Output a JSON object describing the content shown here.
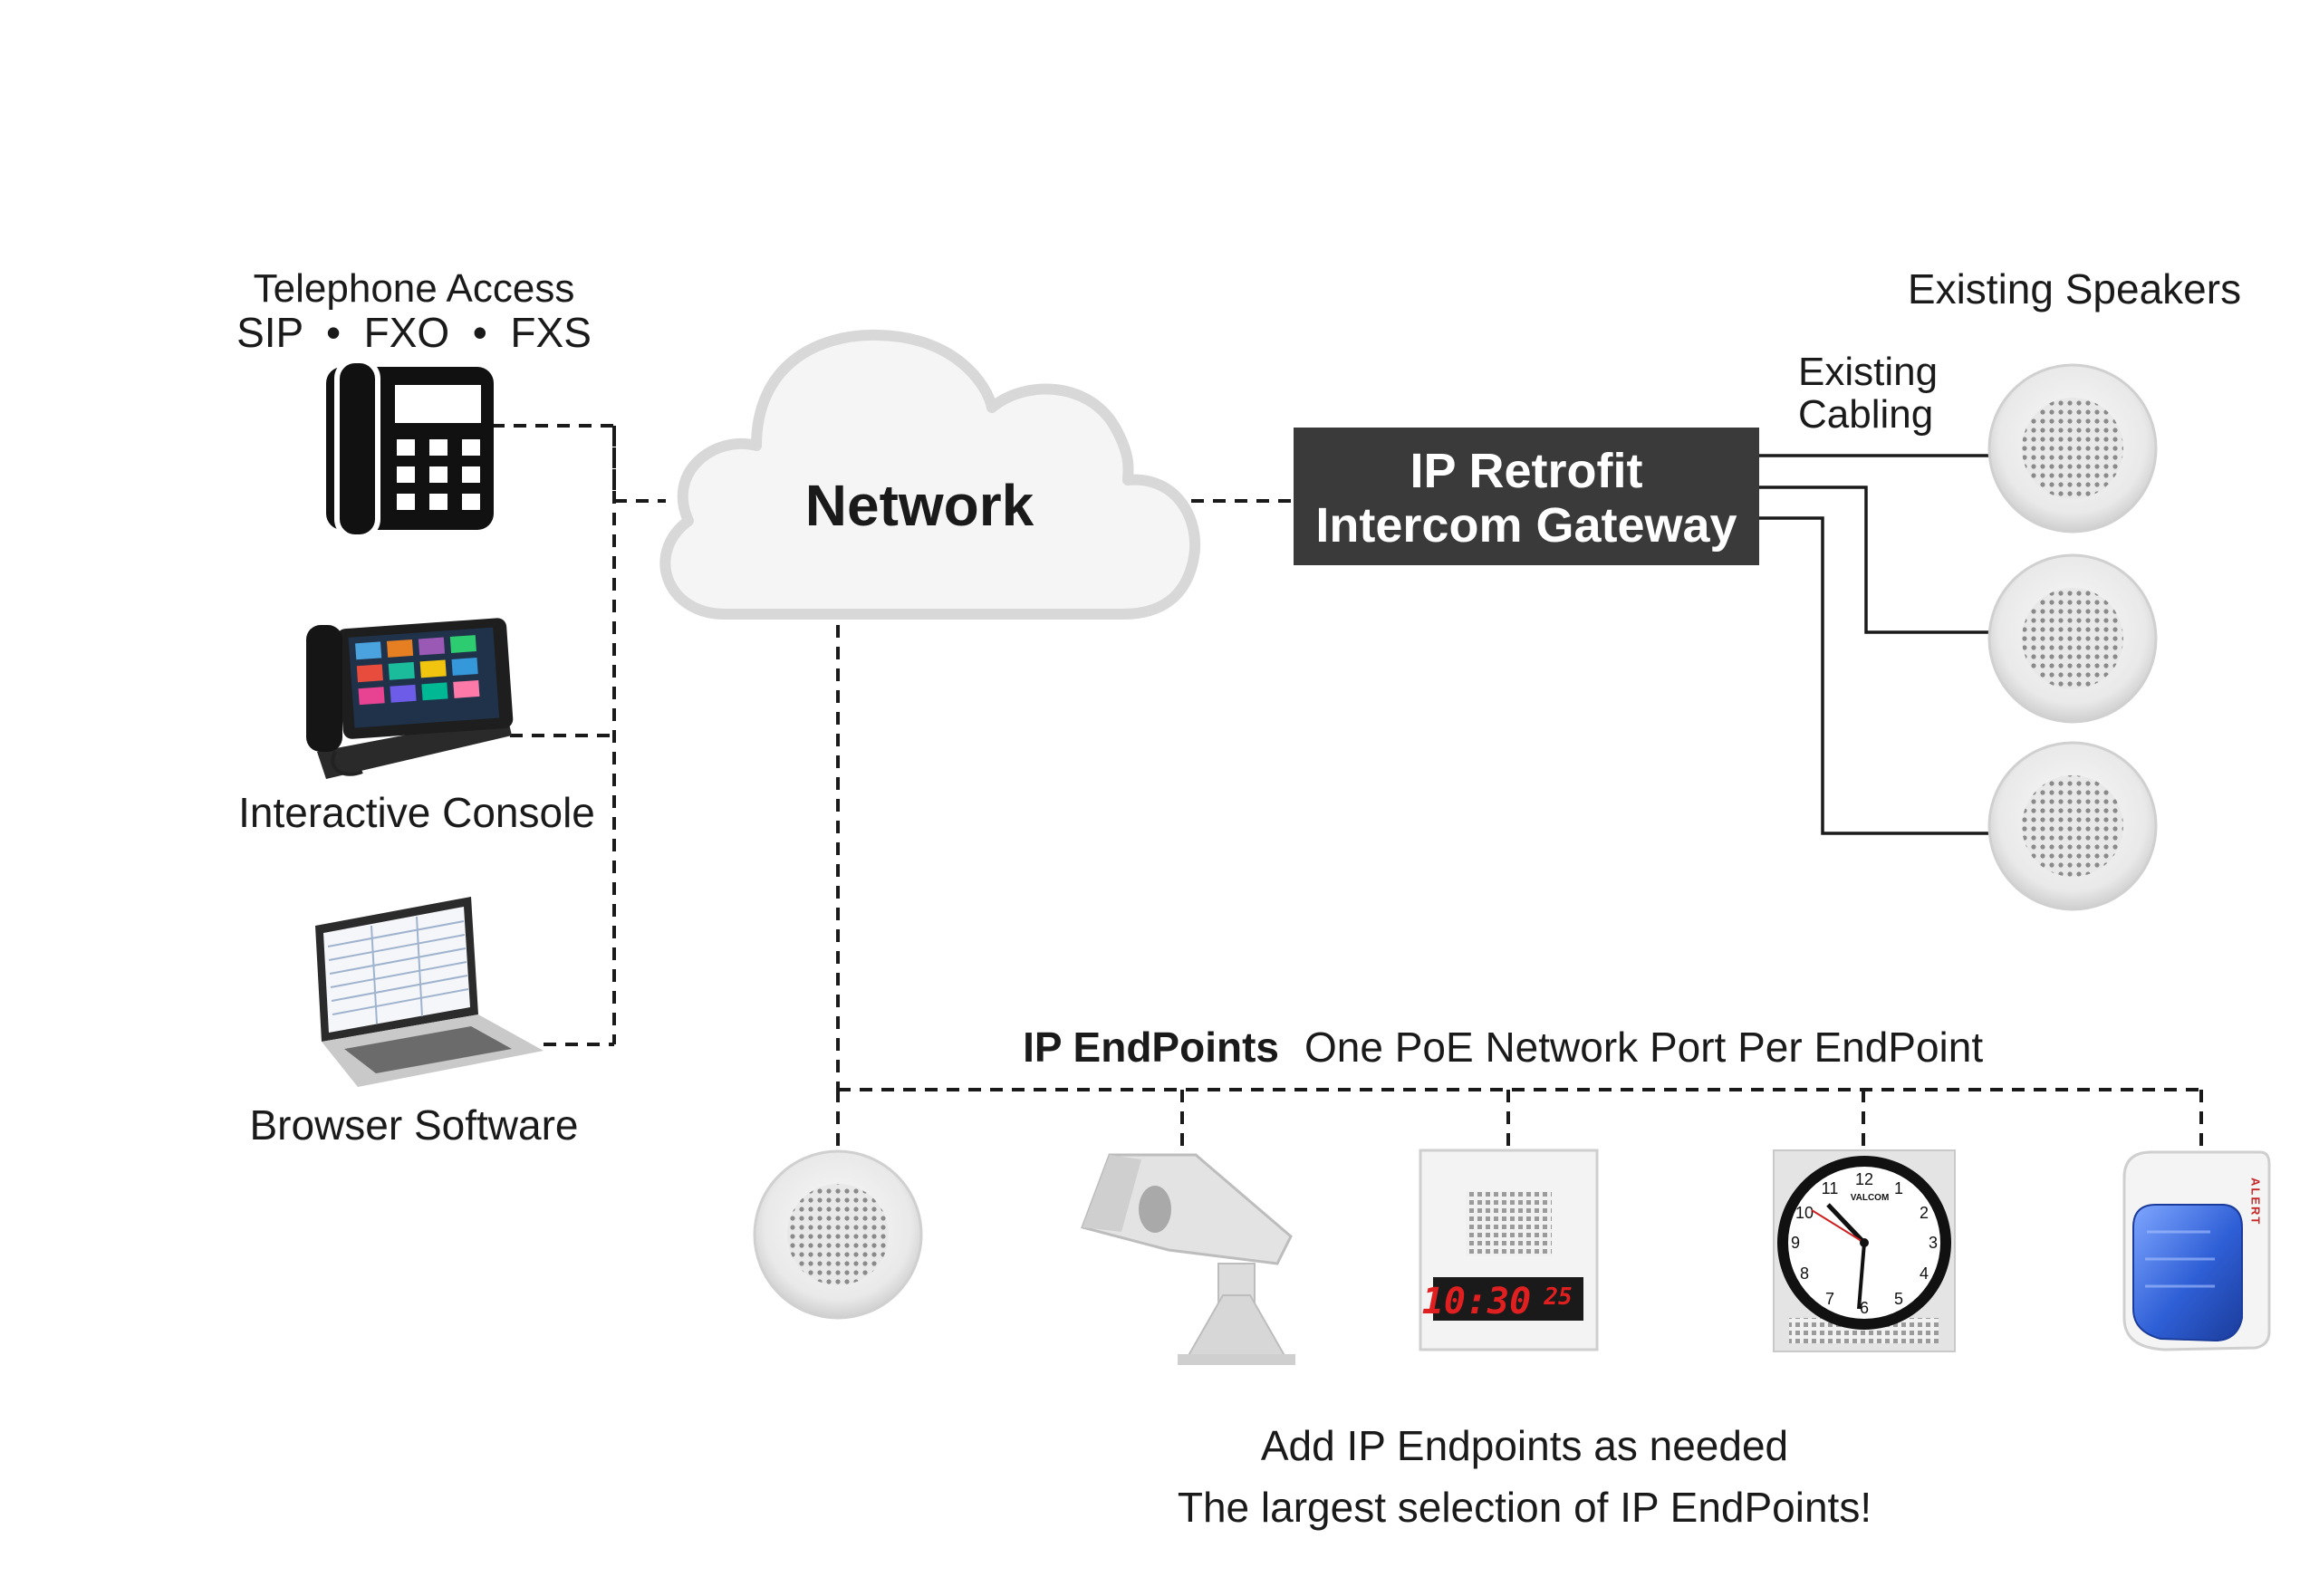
{
  "diagram": {
    "title": "",
    "left_devices": {
      "telephone_title": "Telephone Access",
      "telephone_protocols": "SIP  •  FXO  •  FXS",
      "console_label": "Interactive Console",
      "browser_label": "Browser Software"
    },
    "network_label": "Network",
    "gateway": {
      "line1": "IP Retrofit",
      "line2": "Intercom Gateway"
    },
    "existing_speakers_label": "Existing Speakers",
    "existing_cabling_line1": "Existing",
    "existing_cabling_line2": "Cabling",
    "endpoints": {
      "title_bold": "IP EndPoints",
      "title_rest": "One PoE Network Port Per EndPoint",
      "clock_display": "10:30",
      "clock_seconds": "25",
      "wall_clock_brand": "VALCOM",
      "strobe_text": "ALERT",
      "footer_line1": "Add IP Endpoints as needed",
      "footer_line2": "The largest selection of IP EndPoints!"
    },
    "icons": [
      "desk-phone-icon",
      "console-phone-icon",
      "laptop-icon",
      "cloud-icon",
      "ceiling-speaker-icon",
      "horn-speaker-icon",
      "digital-clock-speaker-icon",
      "analog-clock-icon",
      "strobe-alert-icon"
    ],
    "colors": {
      "gateway_bg": "#3a3a3a",
      "cloud_fill": "#f4f4f4",
      "cloud_stroke": "#d9d9d9",
      "strobe_blue": "#2f5fd6",
      "clock_digits": "#e02020"
    }
  }
}
